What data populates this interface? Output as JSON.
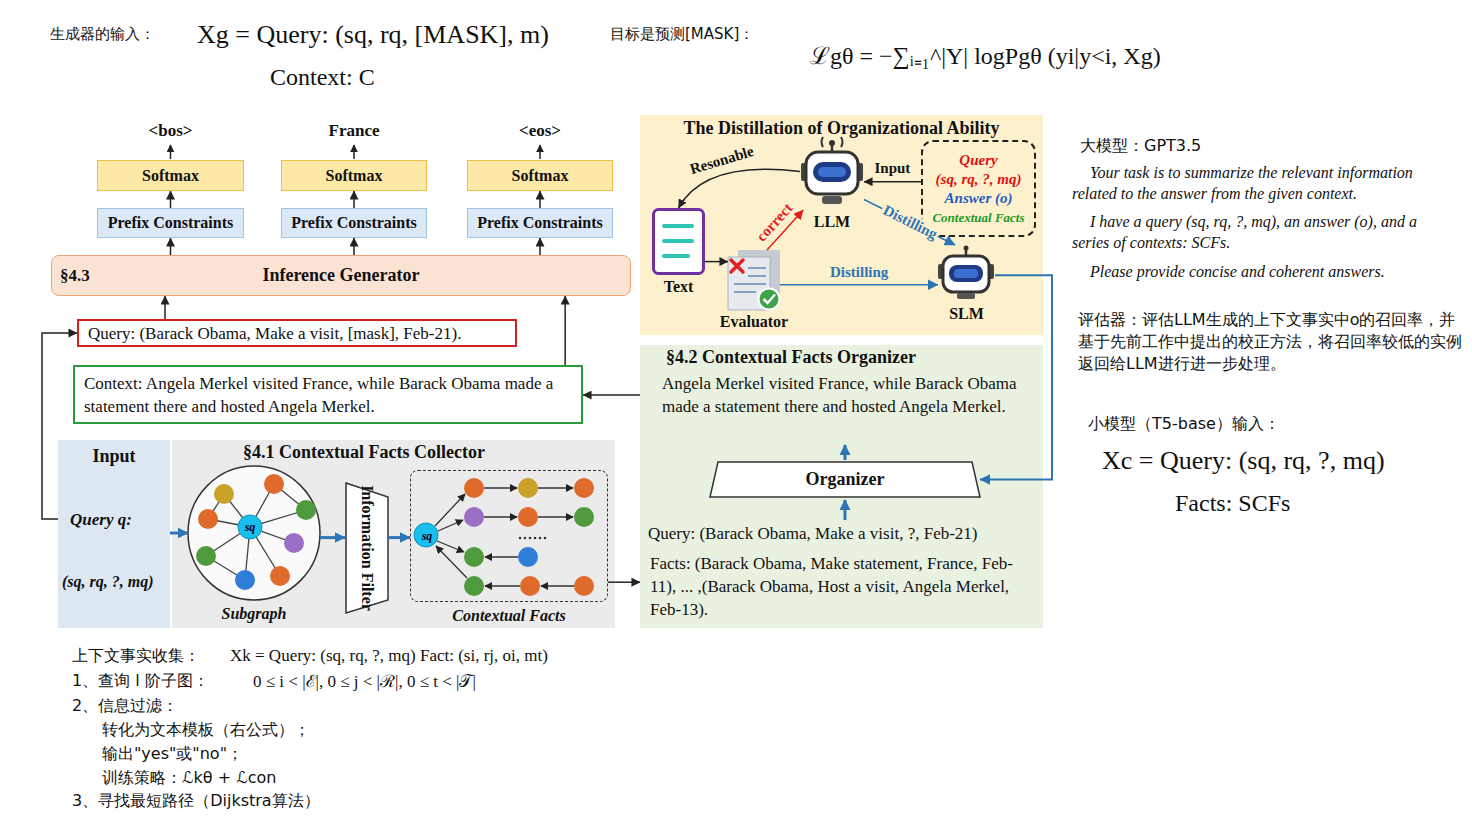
{
  "diagram": {
    "nodes": [
      {
        "text": [
          "Softmax"
        ]
      },
      {
        "text": [
          "Softmax"
        ]
      },
      {
        "text": [
          "Softmax"
        ]
      },
      {
        "text": [
          "Prefix Constraints"
        ]
      },
      {
        "text": [
          "Prefix Constraints"
        ]
      },
      {
        "text": [
          "Prefix Constraints"
        ]
      },
      {
        "text": [
          "§4.3",
          "Inference Generator"
        ]
      },
      {
        "text": [
          "The Distillation of Organizational Ability"
        ]
      },
      {
        "text": [
          "LLM"
        ],
        "in": 7
      },
      {
        "text": [
          "Query",
          "(sq, rq, ?, mq)",
          "Answer (o)",
          "Contextual Facts"
        ],
        "in": 7
      },
      {
        "text": [
          "Text"
        ],
        "in": 7
      },
      {
        "text": [
          "Evaluator"
        ],
        "in": 7
      },
      {
        "text": [
          "SLM"
        ],
        "in": 7
      },
      {
        "text": [
          "Query: (Barack Obama, Make a visit, [mask], Feb-21)."
        ]
      },
      {
        "text": [
          "Context: Angela Merkel visited France, while Barack Obama made a statement there and hosted Angela Merkel."
        ]
      },
      {
        "text": [
          "§4.2 Contextual Facts Organizer",
          "Angela Merkel visited France, while Barack Obama made a statement there and hosted Angela Merkel.",
          "Query: (Barack Obama, Make a visit, ?, Feb-21)",
          "Facts: (Barack Obama, Make statement, France, Feb-11), ... ,(Barack Obama, Host a visit, Angela Merkel, Feb-13)."
        ]
      },
      {
        "text": [
          "Organizer"
        ],
        "in": 15
      },
      {
        "text": [
          "Input",
          "Query q:",
          "(sq, rq, ?, mq)"
        ]
      },
      {
        "text": [
          "§4.1 Contextual Facts Collector"
        ]
      },
      {
        "text": [
          "Subgraph"
        ],
        "in": 18
      },
      {
        "text": [
          "sq"
        ],
        "in": 19
      },
      {
        "text": [
          "Information Filter"
        ],
        "in": 18
      },
      {
        "text": [
          "Contextual Facts"
        ],
        "in": 18
      },
      {
        "text": [
          "sq"
        ],
        "in": 22
      }
    ],
    "edges": [
      {
        "from": 3,
        "to": 0,
        "arrow": "to"
      },
      {
        "from": 4,
        "to": 1,
        "arrow": "to"
      },
      {
        "from": 5,
        "to": 2,
        "arrow": "to"
      },
      {
        "from": 6,
        "to": 3,
        "arrow": "to"
      },
      {
        "from": 6,
        "to": 4,
        "arrow": "to"
      },
      {
        "from": 6,
        "to": 5,
        "arrow": "to"
      },
      {
        "from": 13,
        "to": 6,
        "arrow": "to"
      },
      {
        "from": 14,
        "to": 6,
        "arrow": "to"
      },
      {
        "from": 17,
        "to": 13,
        "arrow": "to"
      },
      {
        "from": 17,
        "to": 19,
        "arrow": "to"
      },
      {
        "from": 19,
        "to": 21,
        "arrow": "to"
      },
      {
        "from": 21,
        "to": 22,
        "arrow": "to"
      },
      {
        "from": 22,
        "to": 15,
        "arrow": "to"
      },
      {
        "from": 15,
        "to": 14,
        "arrow": "to"
      },
      {
        "from": 12,
        "to": 16,
        "arrow": "to"
      },
      {
        "from": 9,
        "to": 8,
        "label": "Input",
        "arrow": "to"
      },
      {
        "from": 8,
        "to": 10,
        "label": "Resonable",
        "arrow": "to"
      },
      {
        "from": 10,
        "to": 11,
        "arrow": "to"
      },
      {
        "from": 11,
        "to": 8,
        "label": "correct",
        "arrow": "to"
      },
      {
        "from": 8,
        "to": 12,
        "label": "Distilling",
        "arrow": "to"
      },
      {
        "from": 11,
        "to": 12,
        "label": "Distilling",
        "arrow": "to"
      }
    ],
    "labels": [
      "生成器的输入：",
      "Xg = Query: (sq, rq, [MASK], m)",
      "Context: C",
      "目标是预测[MASK]：",
      "ℒgθ = −∑ᵢ₌₁^|Y| logPgθ (yi|y<i, Xg)",
      "<bos>",
      "France",
      "<eos>",
      "大模型：GPT3.5",
      "Your task is to summarize the relevant information related to the answer from the given context.",
      "I have a query (sq, rq, ?, mq), an answer (o), and a series of contexts: SCFs.",
      "Please provide concise and coherent answers.",
      "评估器：评估LLM生成的上下文事实中o的召回率，并基于先前工作中提出的校正方法，将召回率较低的实例返回给LLM进行进一步处理。",
      "小模型（T5-base）输入：",
      "Xc = Query: (sq, rq, ?, mq)",
      "Facts: SCFs",
      "上下文事实收集：",
      "Xk = Query: (sq, rq, ?, mq) Fact: (si, rj, oi, mt)",
      "1、查询 l 阶子图：",
      "0 ≤ i < |ℰ|, 0 ≤ j < |ℛ|, 0 ≤ t < |𝒯|",
      "2、信息过滤：",
      "转化为文本模板（右公式）；",
      "输出\"yes\"或\"no\"；",
      "训练策略：ℒkθ + ℒcon",
      "3、寻找最短路径（Dijkstra算法）"
    ]
  }
}
